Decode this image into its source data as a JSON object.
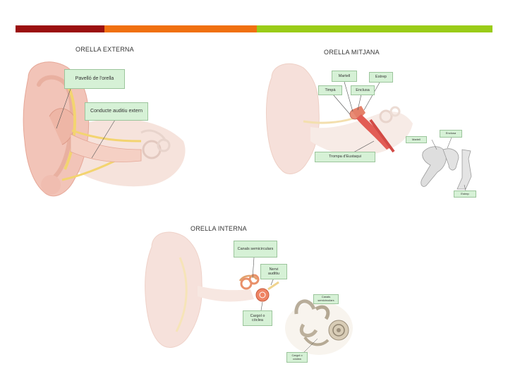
{
  "header_bar": {
    "colors": [
      "#9b1010",
      "#f07010",
      "#9acc18"
    ]
  },
  "sections": {
    "external": {
      "title": "ORELLA EXTERNA",
      "labels": {
        "pinna": "Pavelló de l'orella",
        "canal": "Conducte auditiu extern"
      }
    },
    "middle": {
      "title": "ORELLA MITJANA",
      "labels": {
        "martell": "Martell",
        "estrep": "Estrep",
        "timpa": "Timpà",
        "enclusa": "Enclusa",
        "trompa": "Trompa d'Eustaqui"
      },
      "ossicles_labels": {
        "martell": "Martell",
        "enclusa": "Enclusa",
        "estrep": "Estrep"
      }
    },
    "internal": {
      "title": "ORELLA INTERNA",
      "labels": {
        "canals": "Canals semicirculars",
        "nervi": "Nervi auditiu",
        "cargol": "Cargol o còclea"
      },
      "detail_labels": {
        "canals": "Canals semicirculars",
        "cargol": "Cargol o còclea"
      }
    }
  }
}
